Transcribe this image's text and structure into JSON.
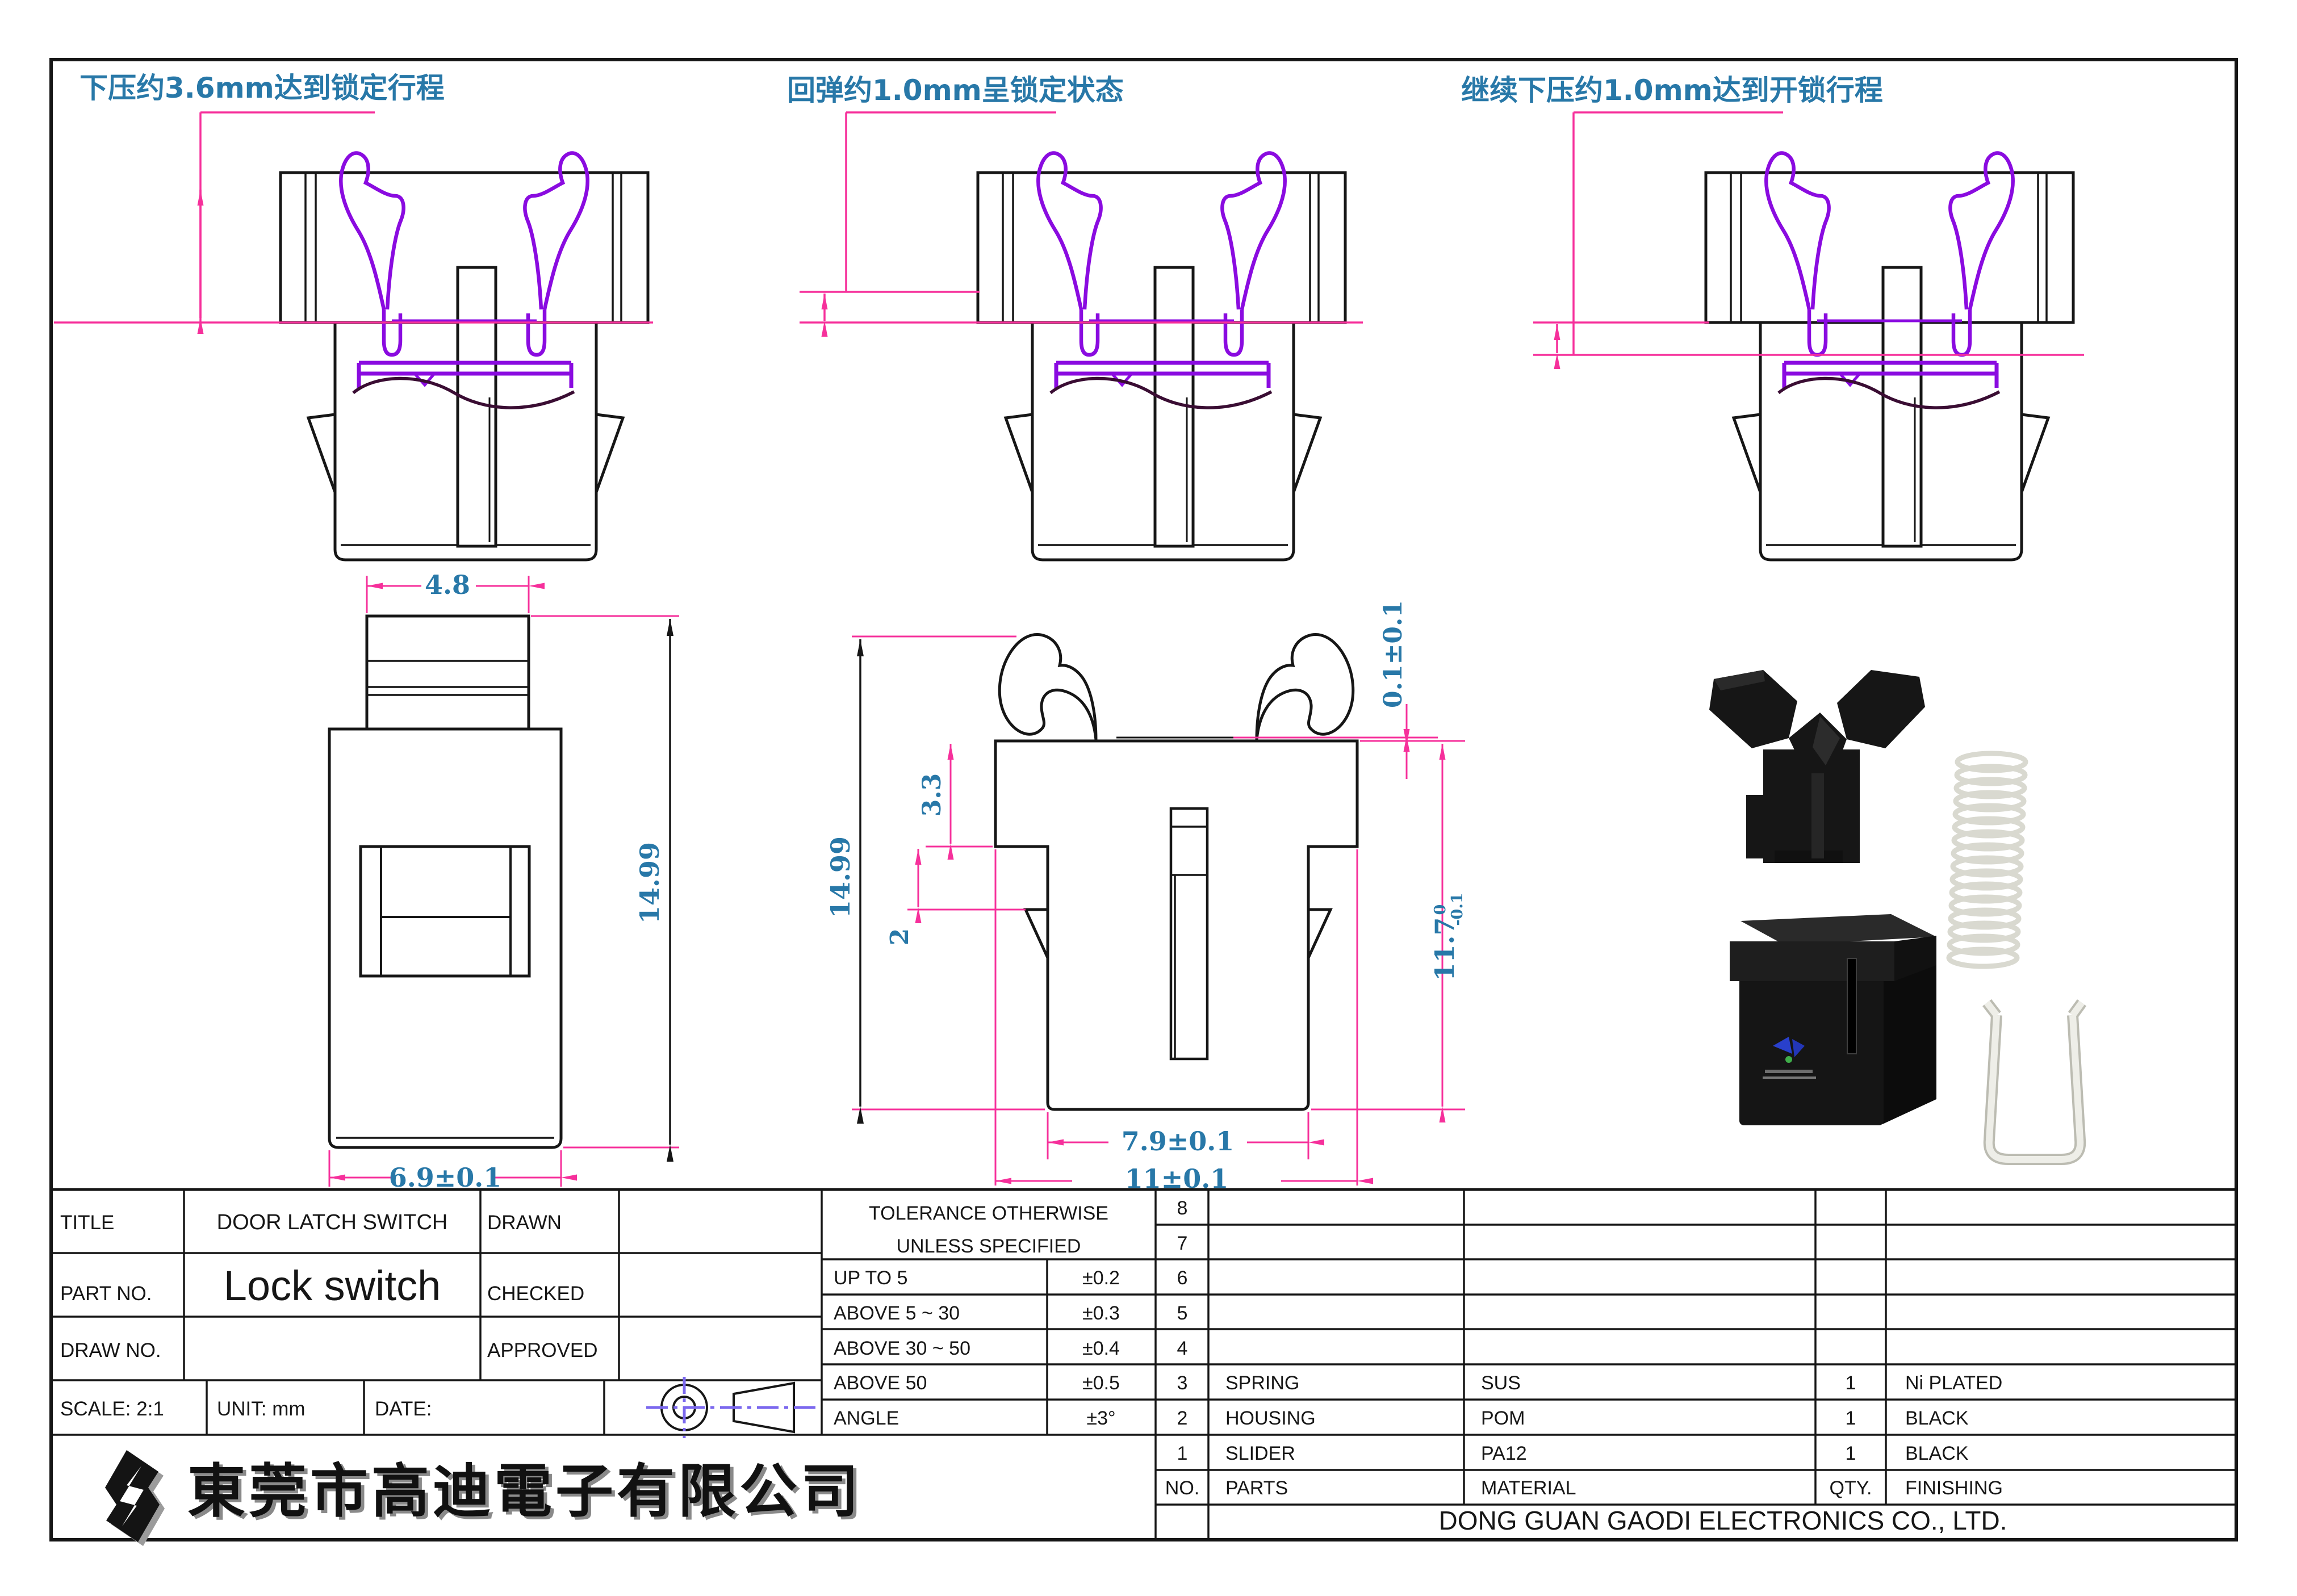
{
  "annotations": {
    "view1": "下压约3.6mm达到锁定行程",
    "view2": "回弹约1.0mm呈锁定状态",
    "view3": "继续下压约1.0mm达到开锁行程"
  },
  "dimensions": {
    "front": {
      "cap_width": "4.8",
      "height": "14.99",
      "base_width": "6.9±0.1"
    },
    "section": {
      "height": "14.99",
      "top_depth": "3.3",
      "step_depth": "2",
      "clearance": "0.1±0.1",
      "inner_height": "11.7",
      "inner_height_upper": "0",
      "inner_height_lower": "-0.1",
      "inner_width": "7.9±0.1",
      "outer_width": "11±0.1"
    }
  },
  "title_block": {
    "title_label": "TITLE",
    "title_value": "DOOR LATCH SWITCH",
    "part_label": "PART NO.",
    "part_value": "Lock switch",
    "draw_label": "DRAW NO.",
    "draw_value": "",
    "drawn_label": "DRAWN",
    "drawn_value": "",
    "checked_label": "CHECKED",
    "checked_value": "",
    "approved_label": "APPROVED",
    "approved_value": "",
    "scale": "SCALE: 2:1",
    "unit": "UNIT: mm",
    "date": "DATE:"
  },
  "tolerance_table": {
    "header_line1": "TOLERANCE OTHERWISE",
    "header_line2": "UNLESS SPECIFIED",
    "rows": [
      {
        "range": "UP TO 5",
        "value": "±0.2"
      },
      {
        "range": "ABOVE 5 ~ 30",
        "value": "±0.3"
      },
      {
        "range": "ABOVE 30 ~ 50",
        "value": "±0.4"
      },
      {
        "range": "ABOVE 50",
        "value": "±0.5"
      },
      {
        "range": "ANGLE",
        "value": "±3°"
      }
    ]
  },
  "bom": {
    "headers": {
      "no": "NO.",
      "parts": "PARTS",
      "material": "MATERIAL",
      "qty": "QTY.",
      "finishing": "FINISHING"
    },
    "rows": [
      {
        "no": "8",
        "parts": "",
        "material": "",
        "qty": "",
        "finishing": ""
      },
      {
        "no": "7",
        "parts": "",
        "material": "",
        "qty": "",
        "finishing": ""
      },
      {
        "no": "6",
        "parts": "",
        "material": "",
        "qty": "",
        "finishing": ""
      },
      {
        "no": "5",
        "parts": "",
        "material": "",
        "qty": "",
        "finishing": ""
      },
      {
        "no": "4",
        "parts": "",
        "material": "",
        "qty": "",
        "finishing": ""
      },
      {
        "no": "3",
        "parts": "SPRING",
        "material": "SUS",
        "qty": "1",
        "finishing": "Ni PLATED"
      },
      {
        "no": "2",
        "parts": "HOUSING",
        "material": "POM",
        "qty": "1",
        "finishing": "BLACK"
      },
      {
        "no": "1",
        "parts": "SLIDER",
        "material": "PA12",
        "qty": "1",
        "finishing": "BLACK"
      }
    ]
  },
  "company": {
    "cn": "東莞市高迪電子有限公司",
    "en": "DONG GUAN GAODI ELECTRONICS CO., LTD."
  },
  "colors": {
    "dimension_pink": "#F6309B",
    "dimension_blue": "#2878A8",
    "slider_purple": "#8A0BE0",
    "spring_wave": "#3A0D33",
    "line_black": "#161616",
    "centerline_purple": "#7B68EE"
  }
}
